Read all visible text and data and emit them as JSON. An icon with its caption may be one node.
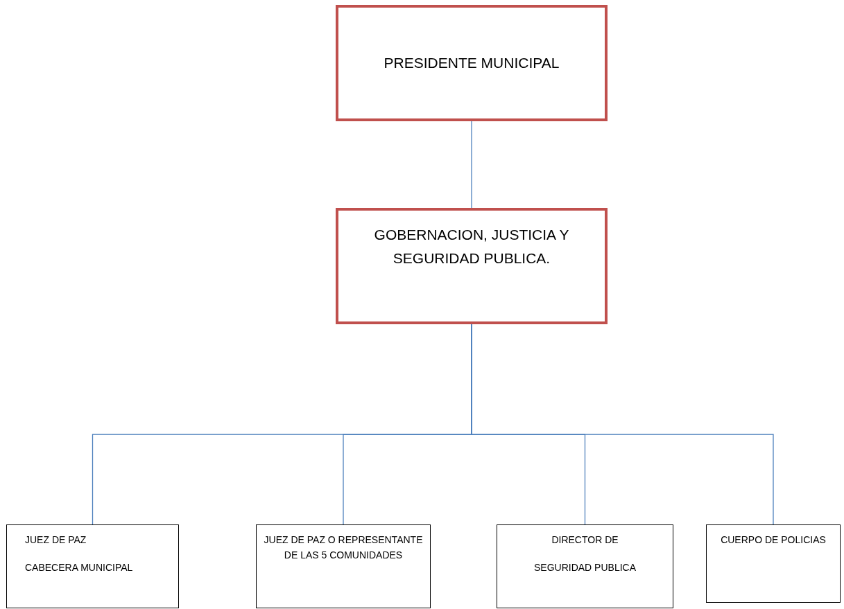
{
  "diagram": {
    "nodes": [
      {
        "text": [
          "PRESIDENTE MUNICIPAL"
        ]
      },
      {
        "text": [
          "GOBERNACION, JUSTICIA Y SEGURIDAD PUBLICA."
        ]
      },
      {
        "text": [
          "JUEZ DE PAZ",
          "CABECERA MUNICIPAL"
        ]
      },
      {
        "text": [
          "JUEZ DE PAZ O REPRESENTANTE DE LAS 5 COMUNIDADES"
        ]
      },
      {
        "text": [
          "DIRECTOR DE",
          "SEGURIDAD PUBLICA"
        ]
      },
      {
        "text": [
          "CUERPO DE POLICIAS"
        ]
      }
    ],
    "edges": [
      {
        "from": 0,
        "to": 1,
        "arrow": "none"
      },
      {
        "from": 1,
        "to": 2,
        "arrow": "none"
      },
      {
        "from": 1,
        "to": 3,
        "arrow": "none"
      },
      {
        "from": 1,
        "to": 4,
        "arrow": "none"
      },
      {
        "from": 1,
        "to": 5,
        "arrow": "none"
      }
    ]
  }
}
